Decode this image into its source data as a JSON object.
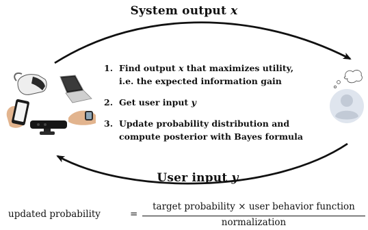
{
  "diagram": {
    "top_label": {
      "text": "System output",
      "var": "x"
    },
    "bottom_label": {
      "text": "User input",
      "var": "y"
    },
    "steps": [
      {
        "num": "1.",
        "line1_pre": "Find output ",
        "line1_var": "x",
        "line1_post": " that maximizes utility,",
        "line2": "i.e. the expected information gain"
      },
      {
        "num": "2.",
        "line1_pre": "Get user input ",
        "line1_var": "y"
      },
      {
        "num": "3.",
        "line1": "Update probability distribution and",
        "line2": "compute posterior with Bayes formula"
      }
    ],
    "devices_icon": "vr-headset-laptop-phone-kinect-smartwatch",
    "user_icon": "user-thinking-avatar"
  },
  "formula": {
    "lhs": "updated probability",
    "equals": "=",
    "numerator": "target probability × user behavior function",
    "denominator": "normalization"
  },
  "colors": {
    "arrow": "#111111",
    "avatar_bg": "#dfe5ee",
    "avatar_fg": "#c2cad6"
  }
}
